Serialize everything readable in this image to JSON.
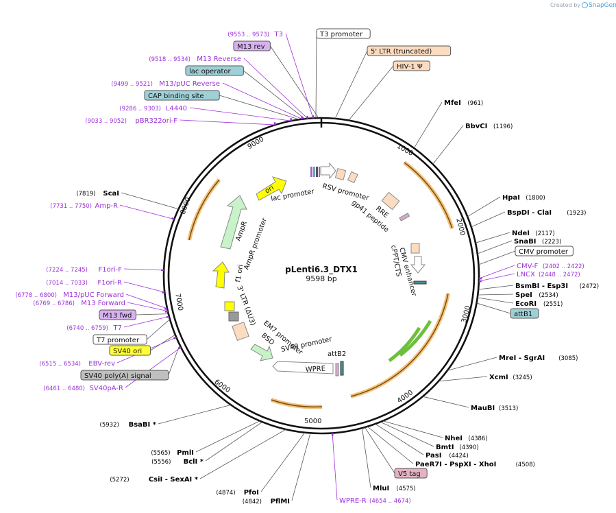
{
  "credit": {
    "prefix": "Created by",
    "brand": "SnapGene"
  },
  "plasmid": {
    "name": "pLenti6.3_DTX1",
    "size_label": "9598 bp",
    "length": 9598
  },
  "ticks": [
    "1000",
    "2000",
    "3000",
    "4000",
    "5000",
    "6000",
    "7000",
    "8000",
    "9000"
  ],
  "colors": {
    "site": "#000000",
    "primer": "#9b30d9",
    "leader": "#555555",
    "primer_leader": "#9b30d9"
  },
  "sites_right": [
    {
      "name": "MfeI",
      "pos": "(961)"
    },
    {
      "name": "BbvCI",
      "pos": "(1196)"
    },
    {
      "name": "HpaI",
      "pos": "(1800)"
    },
    {
      "name": "BspDI - ClaI",
      "pos": "(1923)"
    },
    {
      "name": "NdeI",
      "pos": "(2117)"
    },
    {
      "name": "SnaBI",
      "pos": "(2223)"
    },
    {
      "name": "CMV promoter",
      "pos": "",
      "box": "white"
    },
    {
      "name": "CMV-F",
      "pos": "(2402 .. 2422)",
      "primer": true
    },
    {
      "name": "LNCX",
      "pos": "(2448 .. 2472)",
      "primer": true
    },
    {
      "name": "BsmBI - Esp3I",
      "pos": "(2472)"
    },
    {
      "name": "SpeI",
      "pos": "(2534)"
    },
    {
      "name": "EcoRI",
      "pos": "(2551)"
    },
    {
      "name": "attB1",
      "pos": "",
      "box": "teal"
    },
    {
      "name": "MreI - SgrAI",
      "pos": "(3085)"
    },
    {
      "name": "XcmI",
      "pos": "(3245)"
    },
    {
      "name": "MauBI",
      "pos": "(3513)"
    },
    {
      "name": "NheI",
      "pos": "(4386)"
    },
    {
      "name": "BmtI",
      "pos": "(4390)"
    },
    {
      "name": "PasI",
      "pos": "(4424)"
    },
    {
      "name": "PaeR7I - PspXI - XhoI",
      "pos": "(4508)"
    },
    {
      "name": "V5 tag",
      "pos": "",
      "box": "pink"
    },
    {
      "name": "MluI",
      "pos": "(4575)"
    },
    {
      "name": "WPRE-R",
      "pos": "(4654 .. 4674)",
      "primer": true
    }
  ],
  "sites_left": [
    {
      "name": "T3",
      "pos": "(9553 .. 9573)",
      "primer": true
    },
    {
      "name": "T3 promoter",
      "pos": "",
      "box": "white"
    },
    {
      "name": "M13 rev",
      "pos": "",
      "box": "violet"
    },
    {
      "name": "5' LTR (truncated)",
      "pos": "",
      "box": "peach"
    },
    {
      "name": "M13 Reverse",
      "pos": "(9518 .. 9534)",
      "primer": true
    },
    {
      "name": "HIV-1 Ψ",
      "pos": "",
      "box": "peach"
    },
    {
      "name": "lac operator",
      "pos": "",
      "box": "teal"
    },
    {
      "name": "M13/pUC Reverse",
      "pos": "(9499 .. 9521)",
      "primer": true
    },
    {
      "name": "CAP binding site",
      "pos": "",
      "box": "teal"
    },
    {
      "name": "L4440",
      "pos": "(9286 .. 9303)",
      "primer": true
    },
    {
      "name": "pBR322ori-F",
      "pos": "(9033 .. 9052)",
      "primer": true
    },
    {
      "name": "ScaI",
      "pos": "(7819)"
    },
    {
      "name": "Amp-R",
      "pos": "(7731 .. 7750)",
      "primer": true
    },
    {
      "name": "F1ori-F",
      "pos": "(7224 .. 7245)",
      "primer": true
    },
    {
      "name": "F1ori-R",
      "pos": "(7014 .. 7033)",
      "primer": true
    },
    {
      "name": "M13/pUC Forward",
      "pos": "(6778 .. 6800)",
      "primer": true
    },
    {
      "name": "M13 Forward",
      "pos": "(6769 .. 6786)",
      "primer": true
    },
    {
      "name": "M13 fwd",
      "pos": "",
      "box": "violet"
    },
    {
      "name": "T7",
      "pos": "(6740 .. 6759)",
      "primer": true
    },
    {
      "name": "T7 promoter",
      "pos": "",
      "box": "white"
    },
    {
      "name": "SV40 ori",
      "pos": "",
      "box": "yellow"
    },
    {
      "name": "EBV-rev",
      "pos": "(6515 .. 6534)",
      "primer": true
    },
    {
      "name": "SV40 poly(A) signal",
      "pos": "",
      "box": "gray"
    },
    {
      "name": "SV40pA-R",
      "pos": "(6461 .. 6480)",
      "primer": true
    },
    {
      "name": "BsaBI *",
      "pos": "(5932)"
    },
    {
      "name": "PmlI",
      "pos": "(5565)"
    },
    {
      "name": "BclI *",
      "pos": "(5556)"
    },
    {
      "name": "CsiI - SexAI *",
      "pos": "(5272)"
    },
    {
      "name": "PfoI",
      "pos": "(4874)"
    },
    {
      "name": "PflMI",
      "pos": "(4842)"
    }
  ],
  "features_inner": [
    "lac promoter",
    "ori",
    "RSV promoter",
    "RRE",
    "gp41 peptide",
    "cPPT/CTS",
    "CMV enhancer",
    "AmpR",
    "AmpR promoter",
    "f1 ori",
    "3' LTR (ΔU3)",
    "EM7 promoter",
    "BSD",
    "SV40 promoter",
    "attB2",
    "WPRE"
  ]
}
